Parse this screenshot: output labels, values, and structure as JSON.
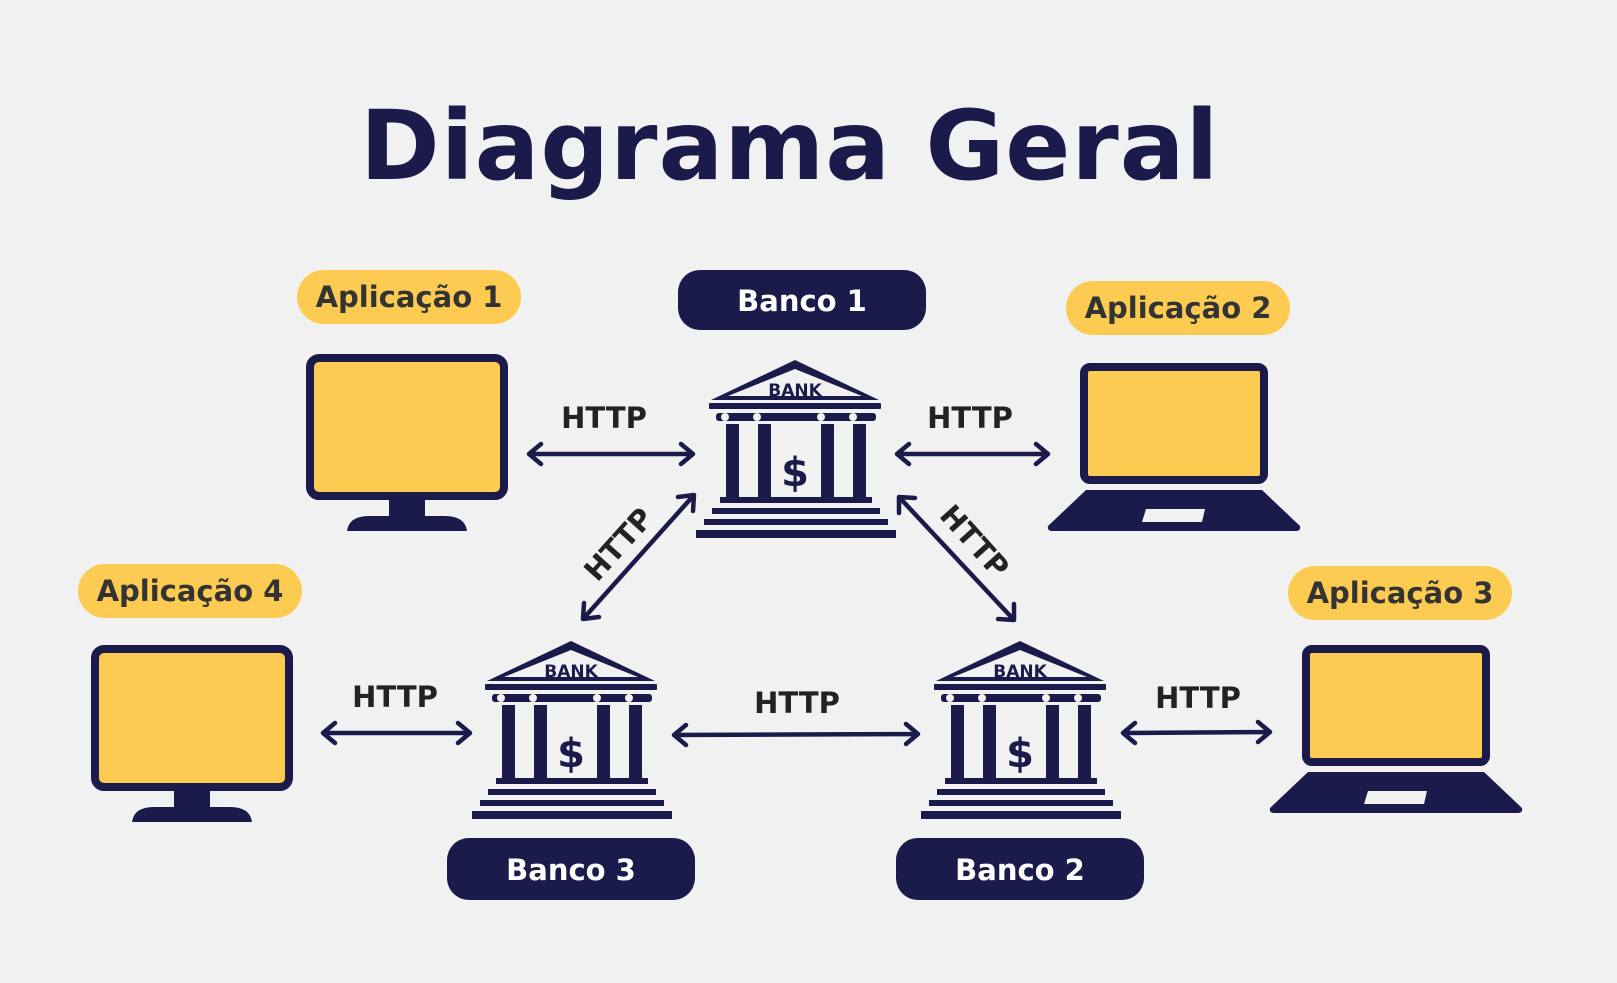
{
  "title": "Diagrama Geral",
  "colors": {
    "navy": "#1b1b4b",
    "yellow": "#fecb52",
    "background": "#f1f1f1"
  },
  "applications": [
    {
      "label": "Aplicação 1",
      "device": "monitor-icon"
    },
    {
      "label": "Aplicação 2",
      "device": "laptop-icon"
    },
    {
      "label": "Aplicação 3",
      "device": "laptop-icon"
    },
    {
      "label": "Aplicação 4",
      "device": "monitor-icon"
    }
  ],
  "banks": [
    {
      "label": "Banco 1",
      "icon_text": "BANK",
      "symbol": "$"
    },
    {
      "label": "Banco 2",
      "icon_text": "BANK",
      "symbol": "$"
    },
    {
      "label": "Banco 3",
      "icon_text": "BANK",
      "symbol": "$"
    }
  ],
  "connections": [
    {
      "from": "Aplicação 1",
      "to": "Banco 1",
      "protocol": "HTTP"
    },
    {
      "from": "Banco 1",
      "to": "Aplicação 2",
      "protocol": "HTTP"
    },
    {
      "from": "Banco 1",
      "to": "Banco 3",
      "protocol": "HTTP"
    },
    {
      "from": "Banco 1",
      "to": "Banco 2",
      "protocol": "HTTP"
    },
    {
      "from": "Aplicação 4",
      "to": "Banco 3",
      "protocol": "HTTP"
    },
    {
      "from": "Banco 3",
      "to": "Banco 2",
      "protocol": "HTTP"
    },
    {
      "from": "Banco 2",
      "to": "Aplicação 3",
      "protocol": "HTTP"
    }
  ]
}
